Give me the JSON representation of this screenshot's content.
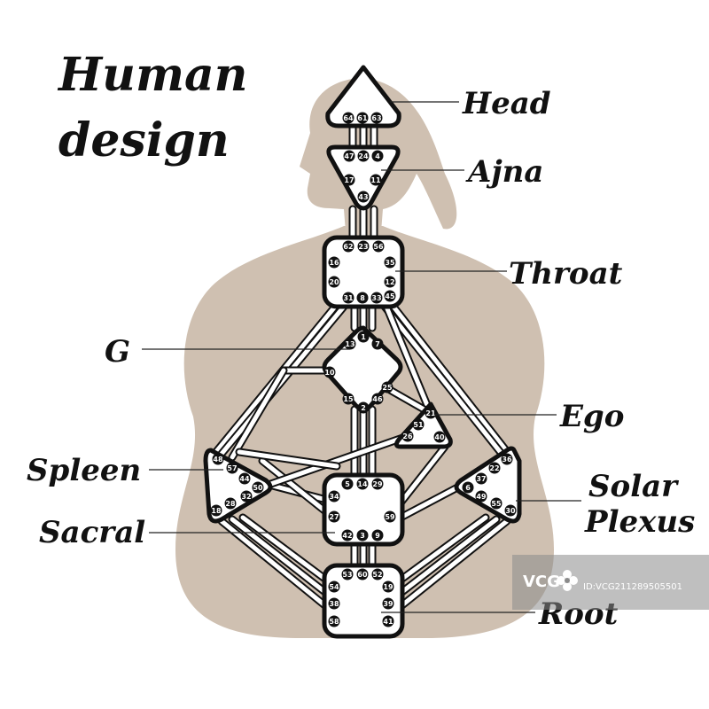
{
  "title": {
    "line1": "Human",
    "line2": "design"
  },
  "colors": {
    "silhouette": "#cfc0b1",
    "ink": "#111111",
    "background": "#ffffff"
  },
  "centers": {
    "head": {
      "label": "Head",
      "gates": [
        "64",
        "61",
        "63"
      ]
    },
    "ajna": {
      "label": "Ajna",
      "gates": [
        "47",
        "24",
        "4",
        "17",
        "11",
        "43"
      ]
    },
    "throat": {
      "label": "Throat",
      "gates": [
        "62",
        "23",
        "56",
        "16",
        "35",
        "20",
        "12",
        "31",
        "8",
        "33",
        "45"
      ]
    },
    "g": {
      "label": "G",
      "gates": [
        "1",
        "13",
        "7",
        "10",
        "25",
        "15",
        "46",
        "2"
      ]
    },
    "ego": {
      "label": "Ego",
      "gates": [
        "21",
        "51",
        "26",
        "40"
      ]
    },
    "spleen": {
      "label": "Spleen",
      "gates": [
        "48",
        "57",
        "44",
        "50",
        "32",
        "28",
        "18"
      ]
    },
    "solar": {
      "label_line1": "Solar",
      "label_line2": "Plexus",
      "gates": [
        "36",
        "22",
        "37",
        "6",
        "49",
        "55",
        "30"
      ]
    },
    "sacral": {
      "label": "Sacral",
      "gates": [
        "5",
        "14",
        "29",
        "34",
        "27",
        "59",
        "42",
        "3",
        "9"
      ]
    },
    "root": {
      "label": "Root",
      "gates": [
        "53",
        "60",
        "52",
        "54",
        "19",
        "38",
        "39",
        "58",
        "41"
      ]
    }
  },
  "watermark": {
    "logo": "VCG",
    "id": "ID:VCG211289505501"
  }
}
